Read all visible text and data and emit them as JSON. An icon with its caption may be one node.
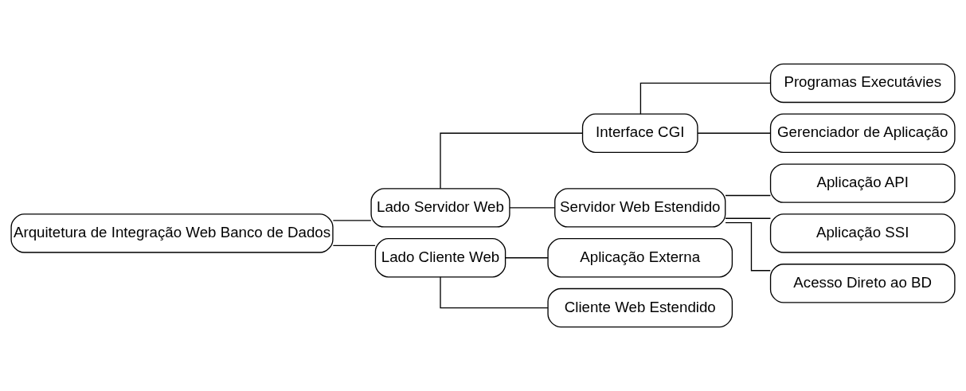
{
  "diagram": {
    "nodes": [
      {
        "text": [
          "Arquitetura de Integração Web Banco de Dados"
        ]
      },
      {
        "text": [
          "Lado Servidor Web"
        ]
      },
      {
        "text": [
          "Interface CGI"
        ]
      },
      {
        "text": [
          "Programas Executávies"
        ]
      },
      {
        "text": [
          "Gerenciador de Aplicação"
        ]
      },
      {
        "text": [
          "Servidor Web Estendido"
        ]
      },
      {
        "text": [
          "Aplicação API"
        ]
      },
      {
        "text": [
          "Aplicação SSI"
        ]
      },
      {
        "text": [
          "Acesso Direto ao BD"
        ]
      },
      {
        "text": [
          "Lado Cliente Web"
        ]
      },
      {
        "text": [
          "Aplicação Externa"
        ]
      },
      {
        "text": [
          "Cliente Web Estendido"
        ]
      }
    ],
    "edges": [
      {
        "from": 0,
        "to": 1,
        "arrow": "none"
      },
      {
        "from": 0,
        "to": 9,
        "arrow": "none"
      },
      {
        "from": 1,
        "to": 2,
        "arrow": "none"
      },
      {
        "from": 1,
        "to": 5,
        "arrow": "none"
      },
      {
        "from": 2,
        "to": 3,
        "arrow": "none"
      },
      {
        "from": 2,
        "to": 4,
        "arrow": "none"
      },
      {
        "from": 5,
        "to": 6,
        "arrow": "none"
      },
      {
        "from": 5,
        "to": 7,
        "arrow": "none"
      },
      {
        "from": 5,
        "to": 8,
        "arrow": "none"
      },
      {
        "from": 9,
        "to": 10,
        "arrow": "none"
      },
      {
        "from": 9,
        "to": 11,
        "arrow": "none"
      }
    ]
  }
}
